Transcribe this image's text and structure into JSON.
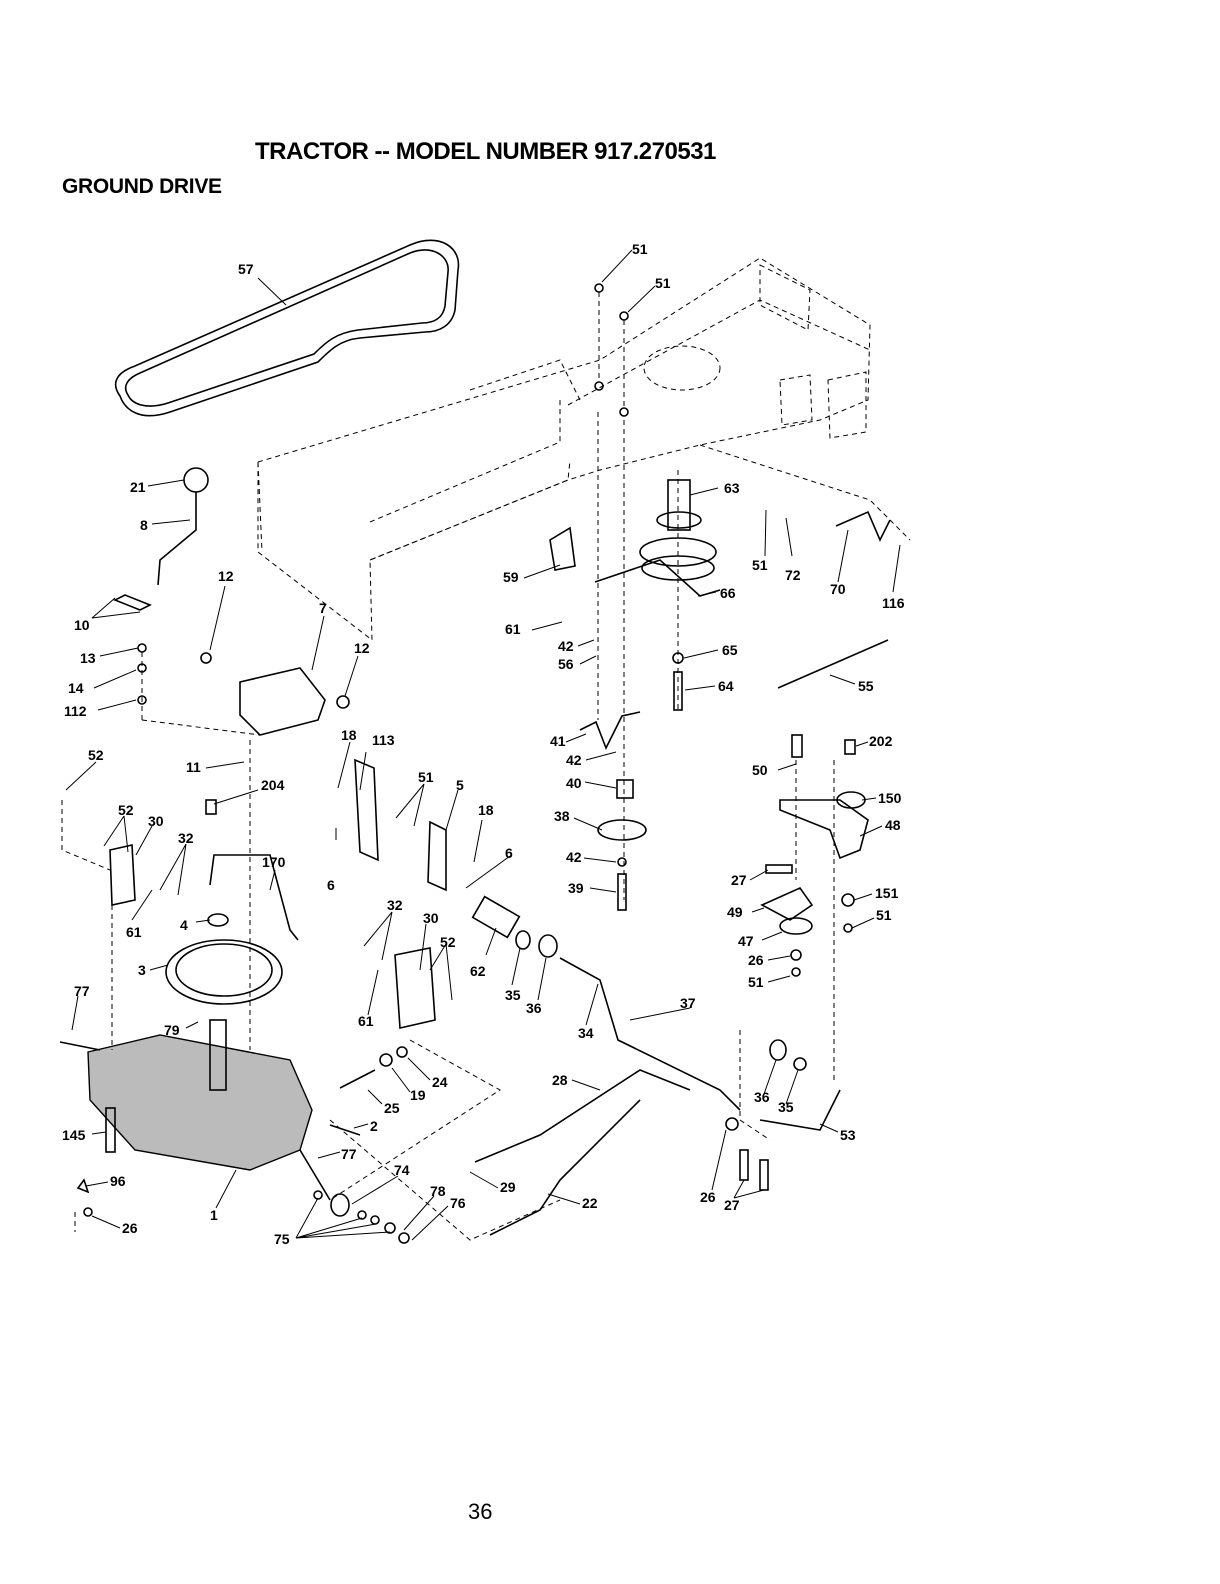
{
  "title": "TRACTOR -- MODEL NUMBER 917.270531",
  "subtitle": "GROUND DRIVE",
  "page_number": "36",
  "diagram": {
    "part_numbers": [
      "57",
      "51",
      "51",
      "21",
      "8",
      "12",
      "10",
      "7",
      "13",
      "12",
      "14",
      "112",
      "63",
      "51",
      "72",
      "70",
      "116",
      "59",
      "66",
      "61",
      "42",
      "56",
      "65",
      "55",
      "64",
      "41",
      "42",
      "40",
      "38",
      "42",
      "39",
      "52",
      "11",
      "18",
      "113",
      "51",
      "5",
      "18",
      "204",
      "52",
      "30",
      "32",
      "170",
      "6",
      "6",
      "61",
      "4",
      "32",
      "30",
      "52",
      "62",
      "35",
      "36",
      "61",
      "3",
      "34",
      "37",
      "77",
      "79",
      "24",
      "19",
      "25",
      "2",
      "28",
      "145",
      "77",
      "96",
      "74",
      "78",
      "76",
      "29",
      "22",
      "26",
      "1",
      "75",
      "202",
      "50",
      "150",
      "48",
      "27",
      "151",
      "49",
      "51",
      "47",
      "26",
      "51",
      "36",
      "35",
      "53",
      "26",
      "27"
    ]
  }
}
